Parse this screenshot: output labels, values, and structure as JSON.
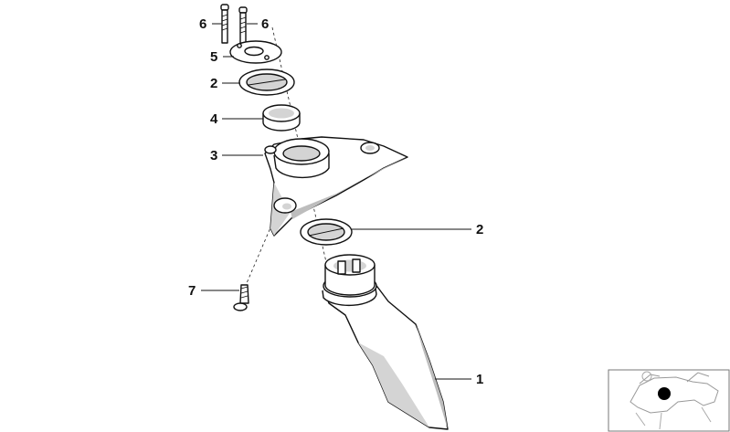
{
  "callouts": [
    {
      "id": "label-6-left",
      "text": "6"
    },
    {
      "id": "label-6-right",
      "text": "6"
    },
    {
      "id": "label-5",
      "text": "5"
    },
    {
      "id": "label-2-top",
      "text": "2"
    },
    {
      "id": "label-4",
      "text": "4"
    },
    {
      "id": "label-3",
      "text": "3"
    },
    {
      "id": "label-2-mid",
      "text": "2"
    },
    {
      "id": "label-7",
      "text": "7"
    },
    {
      "id": "label-1",
      "text": "1"
    }
  ]
}
